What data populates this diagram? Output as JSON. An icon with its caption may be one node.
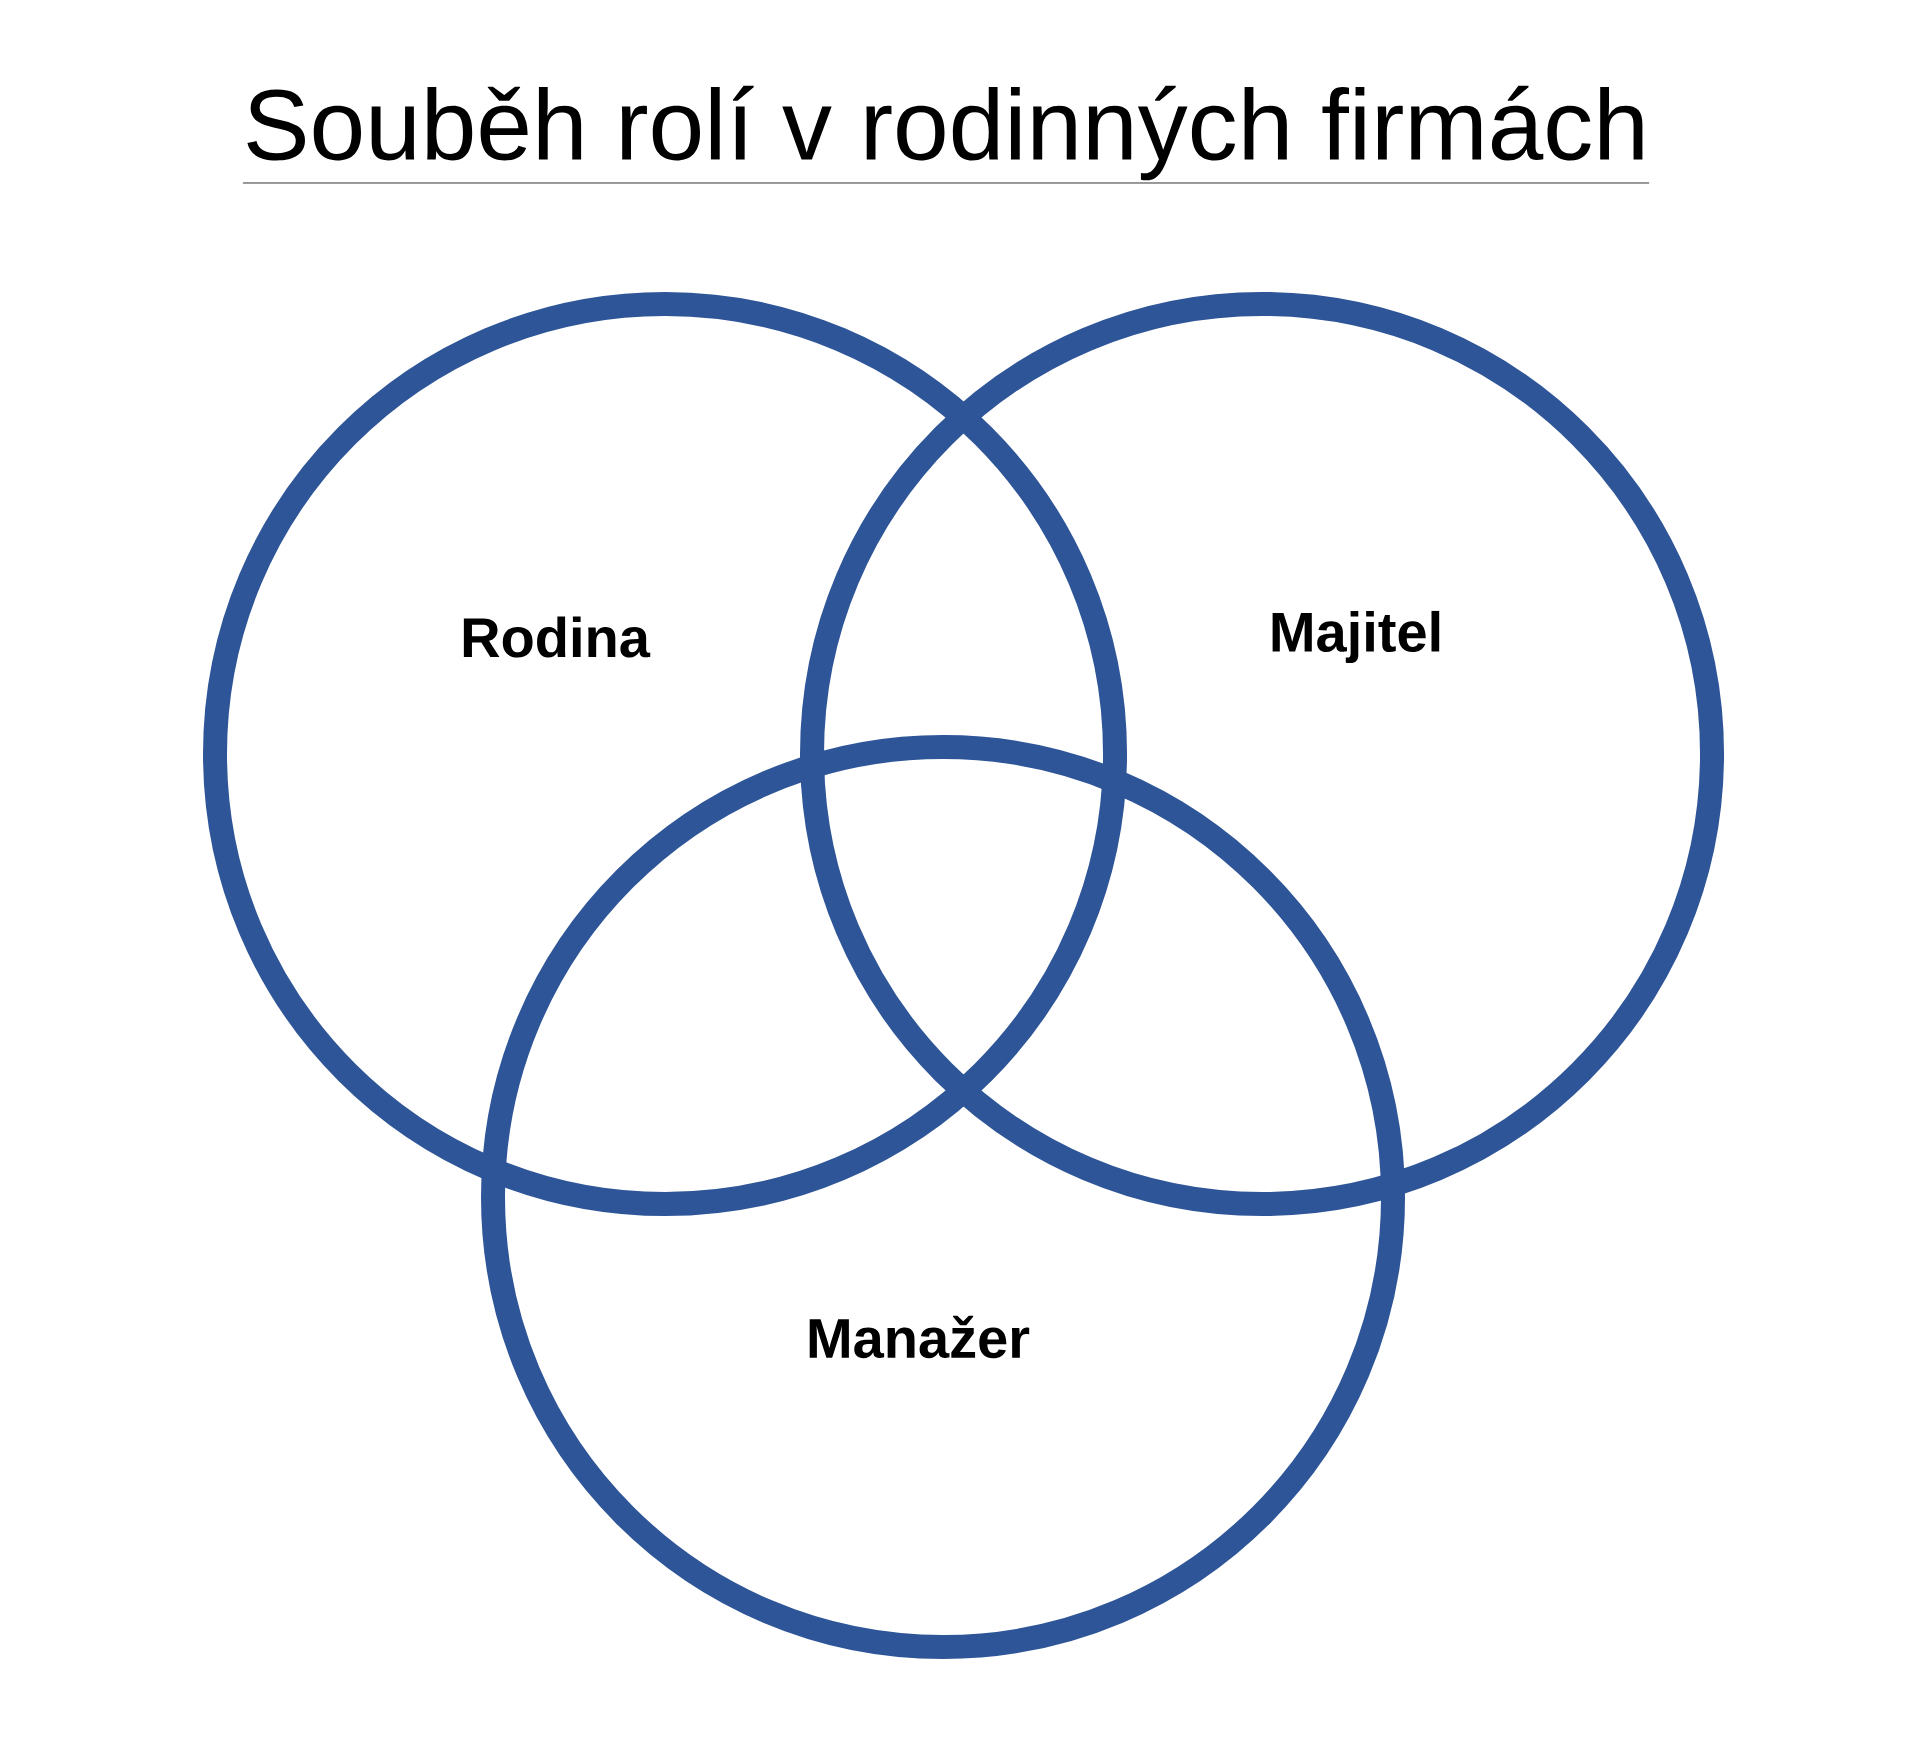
{
  "diagram": {
    "title": "Souběh rolí v rodinných firmách",
    "nodes": [
      {
        "text": [
          "Rodina"
        ]
      },
      {
        "text": [
          "Majitel"
        ]
      },
      {
        "text": [
          "Manažer"
        ]
      }
    ]
  }
}
